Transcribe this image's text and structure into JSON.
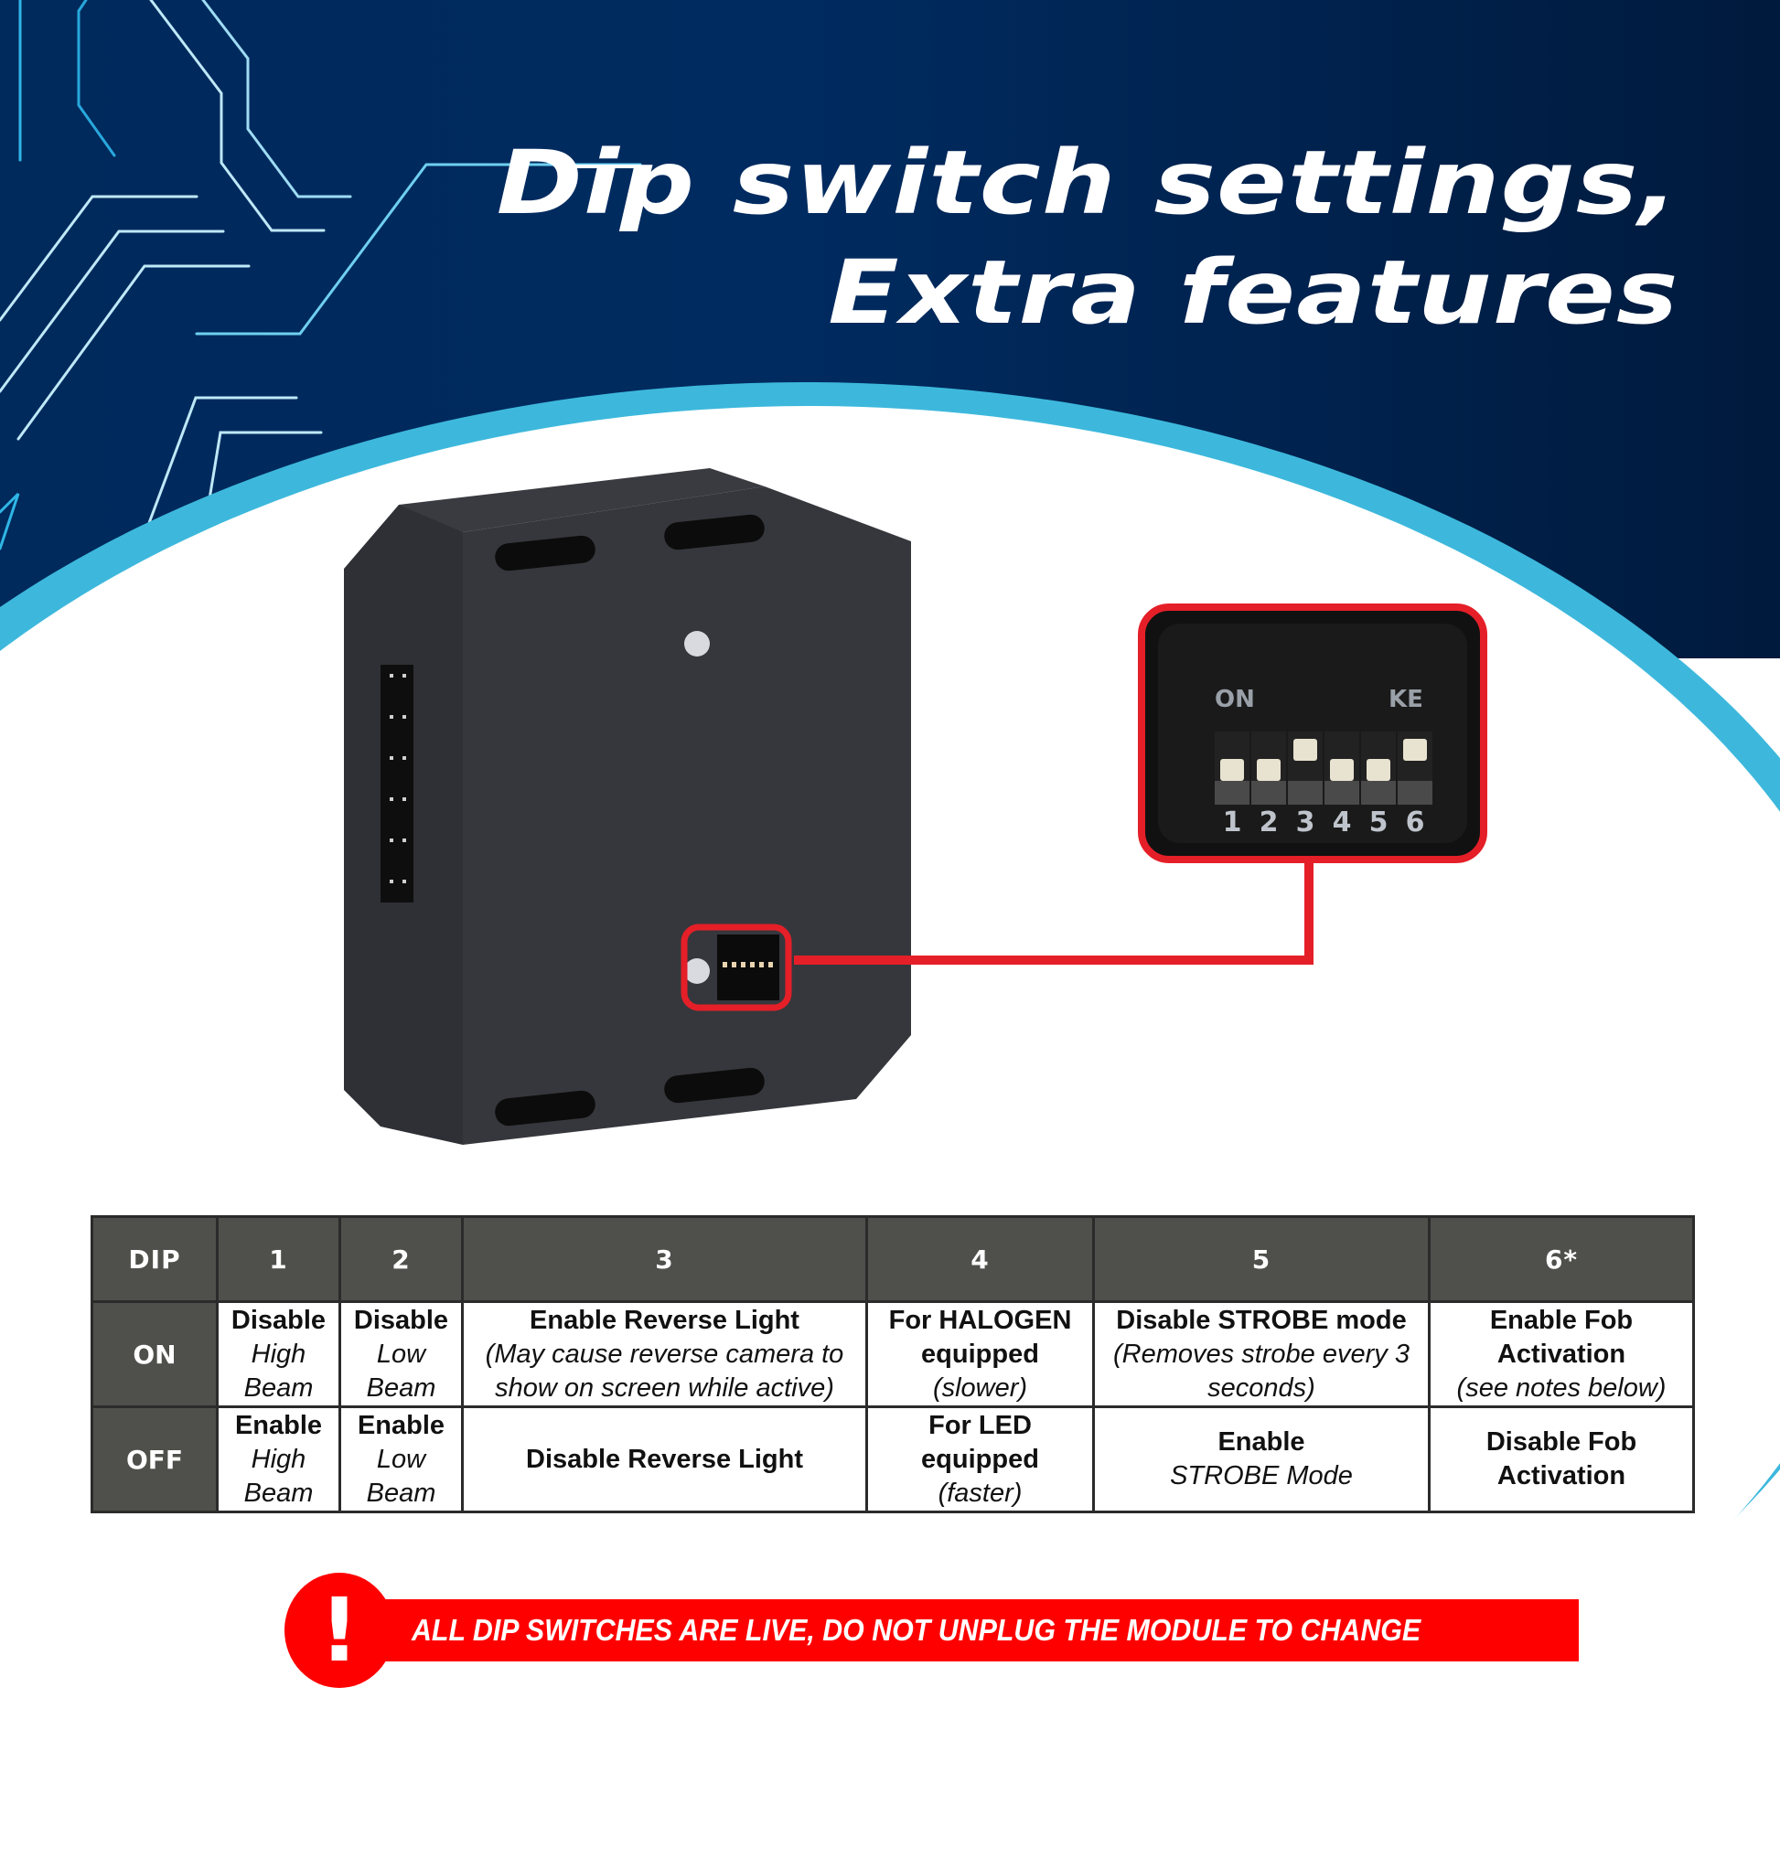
{
  "header": {
    "title_line1": "Dip switch settings,",
    "title_line2": "Extra features"
  },
  "colors": {
    "background_navy": "#002a5c",
    "arc_cyan": "#3db8dc",
    "callout_red": "#e51f28",
    "table_header_gray": "#4f504b",
    "warning_red": "#ff0000"
  },
  "callout": {
    "on_label": "ON",
    "brand_label": "KE",
    "switch_numbers": [
      "1",
      "2",
      "3",
      "4",
      "5",
      "6"
    ],
    "switch_positions": [
      "off",
      "off",
      "on",
      "off",
      "off",
      "on"
    ]
  },
  "table": {
    "headers": [
      "DIP",
      "1",
      "2",
      "3",
      "4",
      "5",
      "6*"
    ],
    "rows": [
      {
        "label": "ON",
        "cells": [
          {
            "bold": "Disable",
            "italic": "High Beam"
          },
          {
            "bold": "Disable",
            "italic": "Low Beam"
          },
          {
            "bold": "Enable Reverse Light",
            "italic": "(May cause reverse camera to show on screen while active)"
          },
          {
            "bold": "For HALOGEN equipped",
            "italic": "(slower)"
          },
          {
            "bold": "Disable STROBE mode",
            "italic": "(Removes strobe every 3 seconds)"
          },
          {
            "bold": "Enable Fob Activation",
            "italic": "(see notes below)"
          }
        ]
      },
      {
        "label": "OFF",
        "cells": [
          {
            "bold": "Enable",
            "italic": "High Beam"
          },
          {
            "bold": "Enable",
            "italic": "Low Beam"
          },
          {
            "bold": "Disable Reverse Light",
            "italic": ""
          },
          {
            "bold": "For LED equipped",
            "italic": "(faster)"
          },
          {
            "bold": "Enable",
            "italic": "STROBE Mode"
          },
          {
            "bold": "Disable Fob Activation",
            "italic": ""
          }
        ]
      }
    ]
  },
  "warning": {
    "icon": "exclamation-icon",
    "symbol": "!",
    "text": "ALL DIP SWITCHES ARE LIVE, DO NOT UNPLUG THE MODULE TO CHANGE"
  }
}
